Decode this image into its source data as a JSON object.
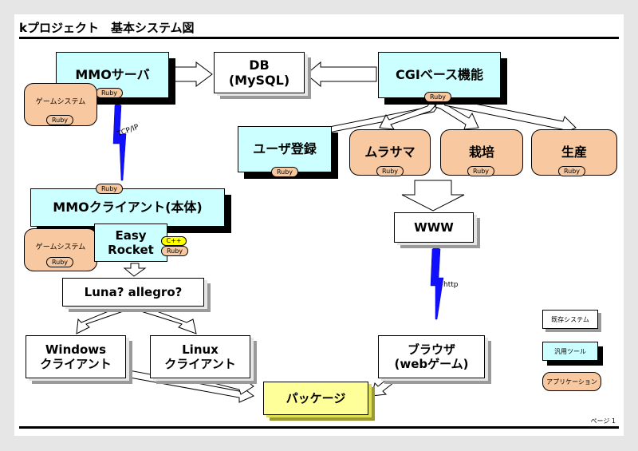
{
  "title": "kプロジェクト　基本システム図",
  "page_number": "ページ 1",
  "nodes": {
    "mmo_server": "MMOサーバ",
    "db": "DB\n(MySQL)",
    "cgi": "CGIベース機能",
    "user_reg": "ユーザ登録",
    "murasama": "ムラサマ",
    "saibai": "栽培",
    "seisan": "生産",
    "mmo_client": "MMOクライアント(本体)",
    "easy_rocket": "Easy\nRocket",
    "www": "WWW",
    "luna": "Luna? allegro?",
    "windows_client": "Windows\nクライアント",
    "linux_client": "Linux\nクライアント",
    "browser": "ブラウザ\n(webゲーム)",
    "package": "パッケージ",
    "game_system": "ゲームシステム"
  },
  "badges": {
    "ruby": "Ruby",
    "cpp": "C++"
  },
  "links": {
    "tcpip": "TCP/IP",
    "http": "http"
  },
  "legend": {
    "existing": "既存システム",
    "general_tool": "汎用ツール",
    "application": "アプリケーション"
  }
}
